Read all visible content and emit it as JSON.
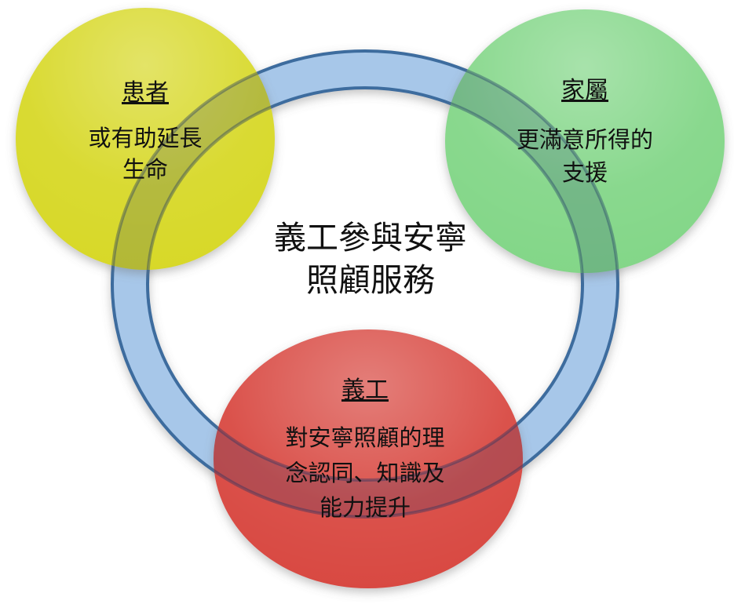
{
  "diagram": {
    "background": "#ffffff",
    "text_color": "#111111",
    "ring": {
      "fill": "#a7c7e9",
      "border": "#3d6c9e",
      "overlap_tint": "rgba(35,60,110,0.20)",
      "overlap_line": "rgba(25,50,100,0.38)"
    },
    "center_title": {
      "line1": "義工參與安寧",
      "line2": "照顧服務"
    },
    "circles": [
      {
        "id": "patients",
        "label": "患者",
        "body_lines": [
          "或有助延長",
          "生命"
        ],
        "fill": "#d7d828"
      },
      {
        "id": "family",
        "label": "家屬",
        "body_lines": [
          "更滿意所得的",
          "支援"
        ],
        "fill": "#82d687"
      },
      {
        "id": "volunteers",
        "label": "義工",
        "body_lines": [
          "對安寧照顧的理",
          "念認同、知識及",
          "能力提升"
        ],
        "fill": "#d8463f"
      }
    ]
  }
}
